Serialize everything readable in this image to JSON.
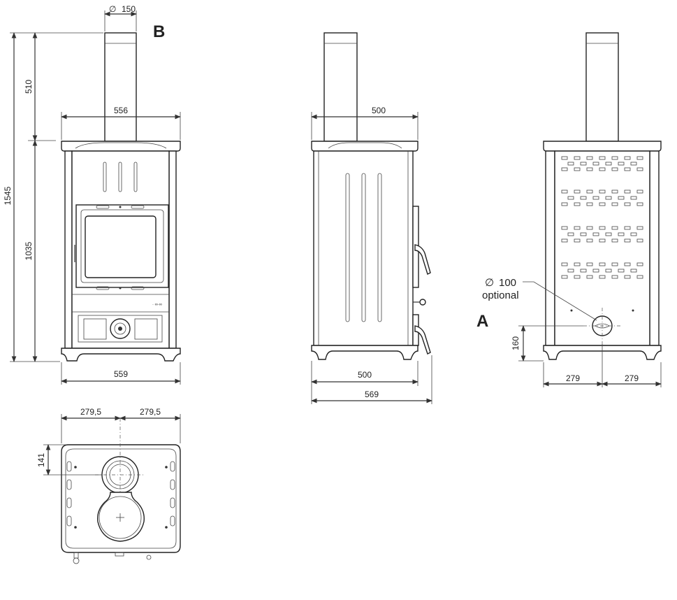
{
  "labels": {
    "view_b": "B",
    "view_a": "A",
    "diameter_symbol": "∅",
    "flue_diameter": "150",
    "inlet_diameter": "100",
    "inlet_note": "optional"
  },
  "dimensions": {
    "total_height": "1545",
    "flue_height": "510",
    "body_height": "1035",
    "front_top_width": "556",
    "front_base_width": "559",
    "side_top_depth": "500",
    "side_body_depth": "500",
    "side_total_depth": "569",
    "rear_inlet_height": "160",
    "rear_half_left": "279",
    "rear_half_right": "279",
    "plan_half_left": "279,5",
    "plan_half_right": "279,5",
    "plan_flue_offset": "141"
  },
  "colors": {
    "line": "#333333",
    "background": "#ffffff"
  }
}
